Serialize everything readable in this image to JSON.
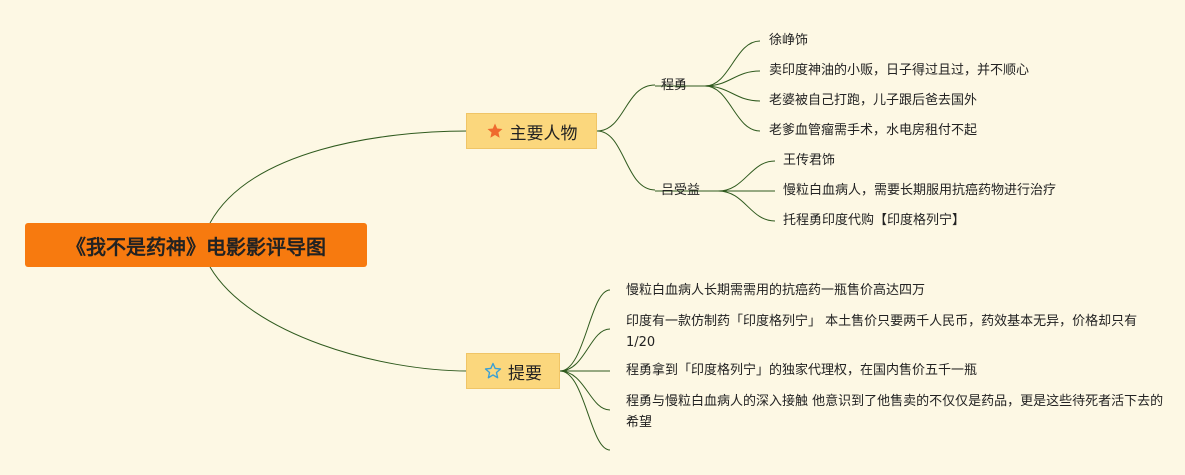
{
  "root": {
    "title": "《我不是药神》电影影评导图"
  },
  "branches": {
    "characters": {
      "label": "主要人物",
      "icon": "star-filled-icon",
      "icon_color": "#ef6a2e",
      "people": [
        {
          "name": "程勇",
          "details": [
            "徐峥饰",
            "卖印度神油的小贩，日子得过且过，并不顺心",
            "老婆被自己打跑，儿子跟后爸去国外",
            "老爹血管瘤需手术，水电房租付不起"
          ]
        },
        {
          "name": "吕受益",
          "details": [
            "王传君饰",
            "慢粒白血病人，需要长期服用抗癌药物进行治疗",
            "托程勇印度代购【印度格列宁】"
          ]
        }
      ]
    },
    "summary": {
      "label": "提要",
      "icon": "star-outline-icon",
      "icon_color": "#3a9fd4",
      "points": [
        "慢粒白血病人长期需需用的抗癌药一瓶售价高达四万",
        "印度有一款仿制药「印度格列宁」 本土售价只要两千人民币，药效基本无异，价格却只有1/20",
        "程勇拿到「印度格列宁」的独家代理权，在国内售价五千一瓶",
        "程勇与慢粒白血病人的深入接触 他意识到了他售卖的不仅仅是药品，更是这些待死者活下去的希望"
      ]
    }
  },
  "colors": {
    "background": "#fdf8e4",
    "root_fill": "#f77a0f",
    "branch_fill": "#fbd77d",
    "line": "#2f5a1e"
  }
}
